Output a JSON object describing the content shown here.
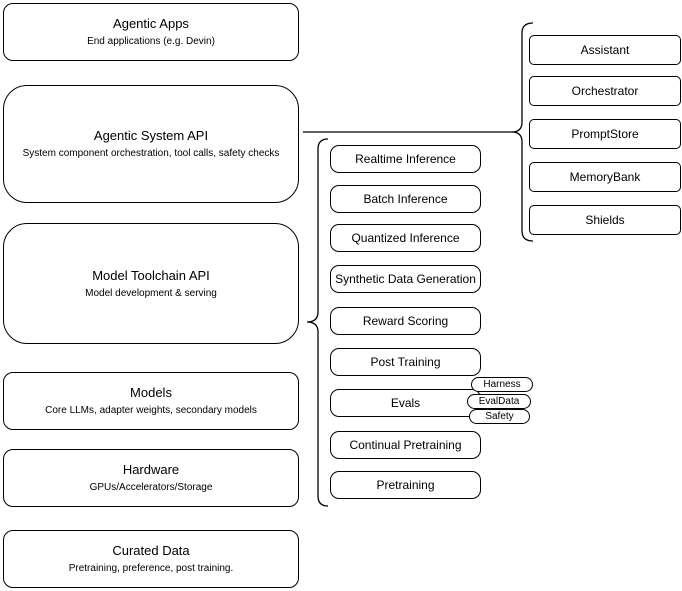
{
  "diagram": {
    "left_stack": [
      {
        "title": "Agentic Apps",
        "subtitle": "End applications (e.g. Devin)"
      },
      {
        "title": "Agentic System API",
        "subtitle": "System component orchestration, tool calls, safety checks"
      },
      {
        "title": "Model Toolchain API",
        "subtitle": "Model development & serving"
      },
      {
        "title": "Models",
        "subtitle": "Core LLMs, adapter weights, secondary models"
      },
      {
        "title": "Hardware",
        "subtitle": "GPUs/Accelerators/Storage"
      },
      {
        "title": "Curated Data",
        "subtitle": "Pretraining, preference, post training."
      }
    ],
    "toolchain_items": [
      "Realtime Inference",
      "Batch Inference",
      "Quantized Inference",
      "Synthetic Data Generation",
      "Reward Scoring",
      "Post Training",
      "Evals",
      "Continual Pretraining",
      "Pretraining"
    ],
    "eval_tags": [
      "Harness",
      "EvalData",
      "Safety"
    ],
    "system_components": [
      "Assistant",
      "Orchestrator",
      "PromptStore",
      "MemoryBank",
      "Shields"
    ],
    "colors": {
      "stroke": "#000000",
      "fill": "#ffffff",
      "background": "#ffffff"
    }
  }
}
